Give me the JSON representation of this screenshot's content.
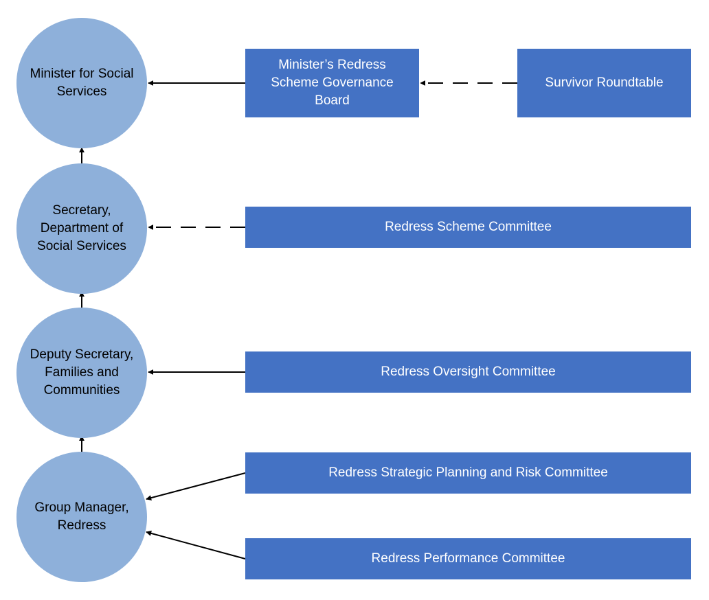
{
  "colors": {
    "circle_fill": "#8eb0da",
    "box_fill": "#4472c4",
    "box_text": "#ffffff",
    "line": "#000000"
  },
  "circles": {
    "minister": "Minister for Social Services",
    "secretary": "Secretary, Department of Social Services",
    "deputy": "Deputy Secretary, Families and Communities",
    "group_manager": "Group Manager, Redress"
  },
  "boxes": {
    "governance_board": "Minister’s Redress Scheme Governance Board",
    "survivor_roundtable": "Survivor Roundtable",
    "scheme_committee": "Redress Scheme Committee",
    "oversight_committee": "Redress Oversight Committee",
    "planning_risk_committee": "Redress Strategic Planning and Risk Committee",
    "performance_committee": "Redress Performance Committee"
  }
}
